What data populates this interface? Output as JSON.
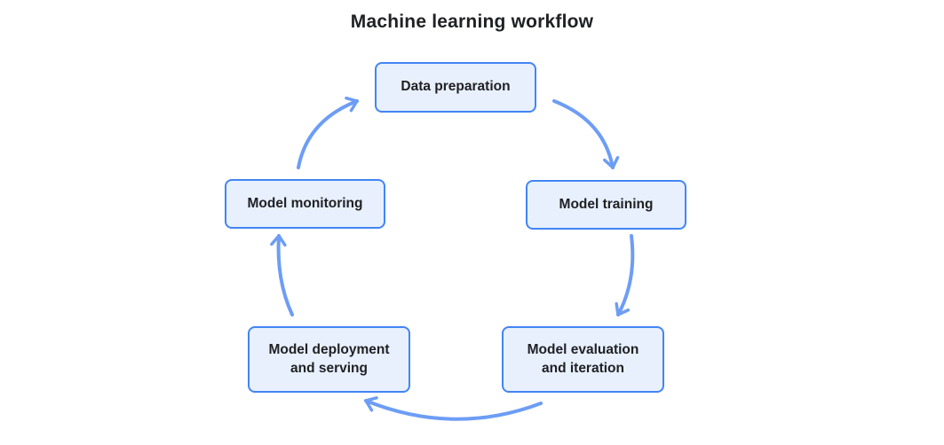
{
  "title": "Machine learning workflow",
  "colors": {
    "background": "#ffffff",
    "box_fill": "#e8f0fe",
    "box_border": "#4285f4",
    "arrow": "#6d9df5",
    "text": "#202124"
  },
  "nodes": [
    {
      "id": "data-preparation",
      "label": "Data preparation"
    },
    {
      "id": "model-training",
      "label": "Model training"
    },
    {
      "id": "model-evaluation-and-iteration",
      "label": "Model evaluation\nand iteration"
    },
    {
      "id": "model-deployment-and-serving",
      "label": "Model deployment\nand serving"
    },
    {
      "id": "model-monitoring",
      "label": "Model monitoring"
    }
  ],
  "edges": [
    {
      "from": "data-preparation",
      "to": "model-training"
    },
    {
      "from": "model-training",
      "to": "model-evaluation-and-iteration"
    },
    {
      "from": "model-evaluation-and-iteration",
      "to": "model-deployment-and-serving"
    },
    {
      "from": "model-deployment-and-serving",
      "to": "model-monitoring"
    },
    {
      "from": "model-monitoring",
      "to": "data-preparation"
    }
  ]
}
